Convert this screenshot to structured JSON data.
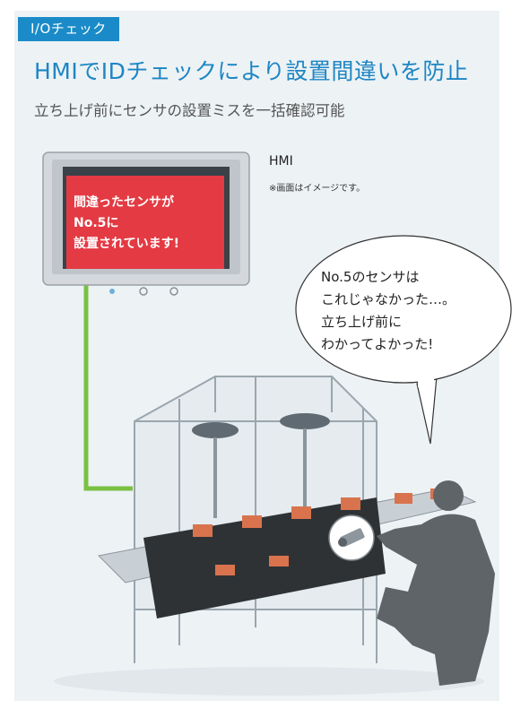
{
  "section_tag": "I/Oチェック",
  "heading": "HMIでIDチェックにより設置間違いを防止",
  "subheading": "立ち上げ前にセンサの設置ミスを一括確認可能",
  "hmi": {
    "label": "HMI",
    "note": "※画面はイメージです。",
    "screen_message": [
      "間違ったセンサが",
      "No.5に",
      "設置されています!"
    ]
  },
  "speech_bubble": [
    "No.5のセンサは",
    "これじゃなかった…。",
    "立ち上げ前に",
    "わかってよかった!"
  ],
  "colors": {
    "accent": "#1a8bc8",
    "screen_alert": "#e43a43",
    "cable": "#7ac143",
    "background_panel": "#edf2f5"
  }
}
